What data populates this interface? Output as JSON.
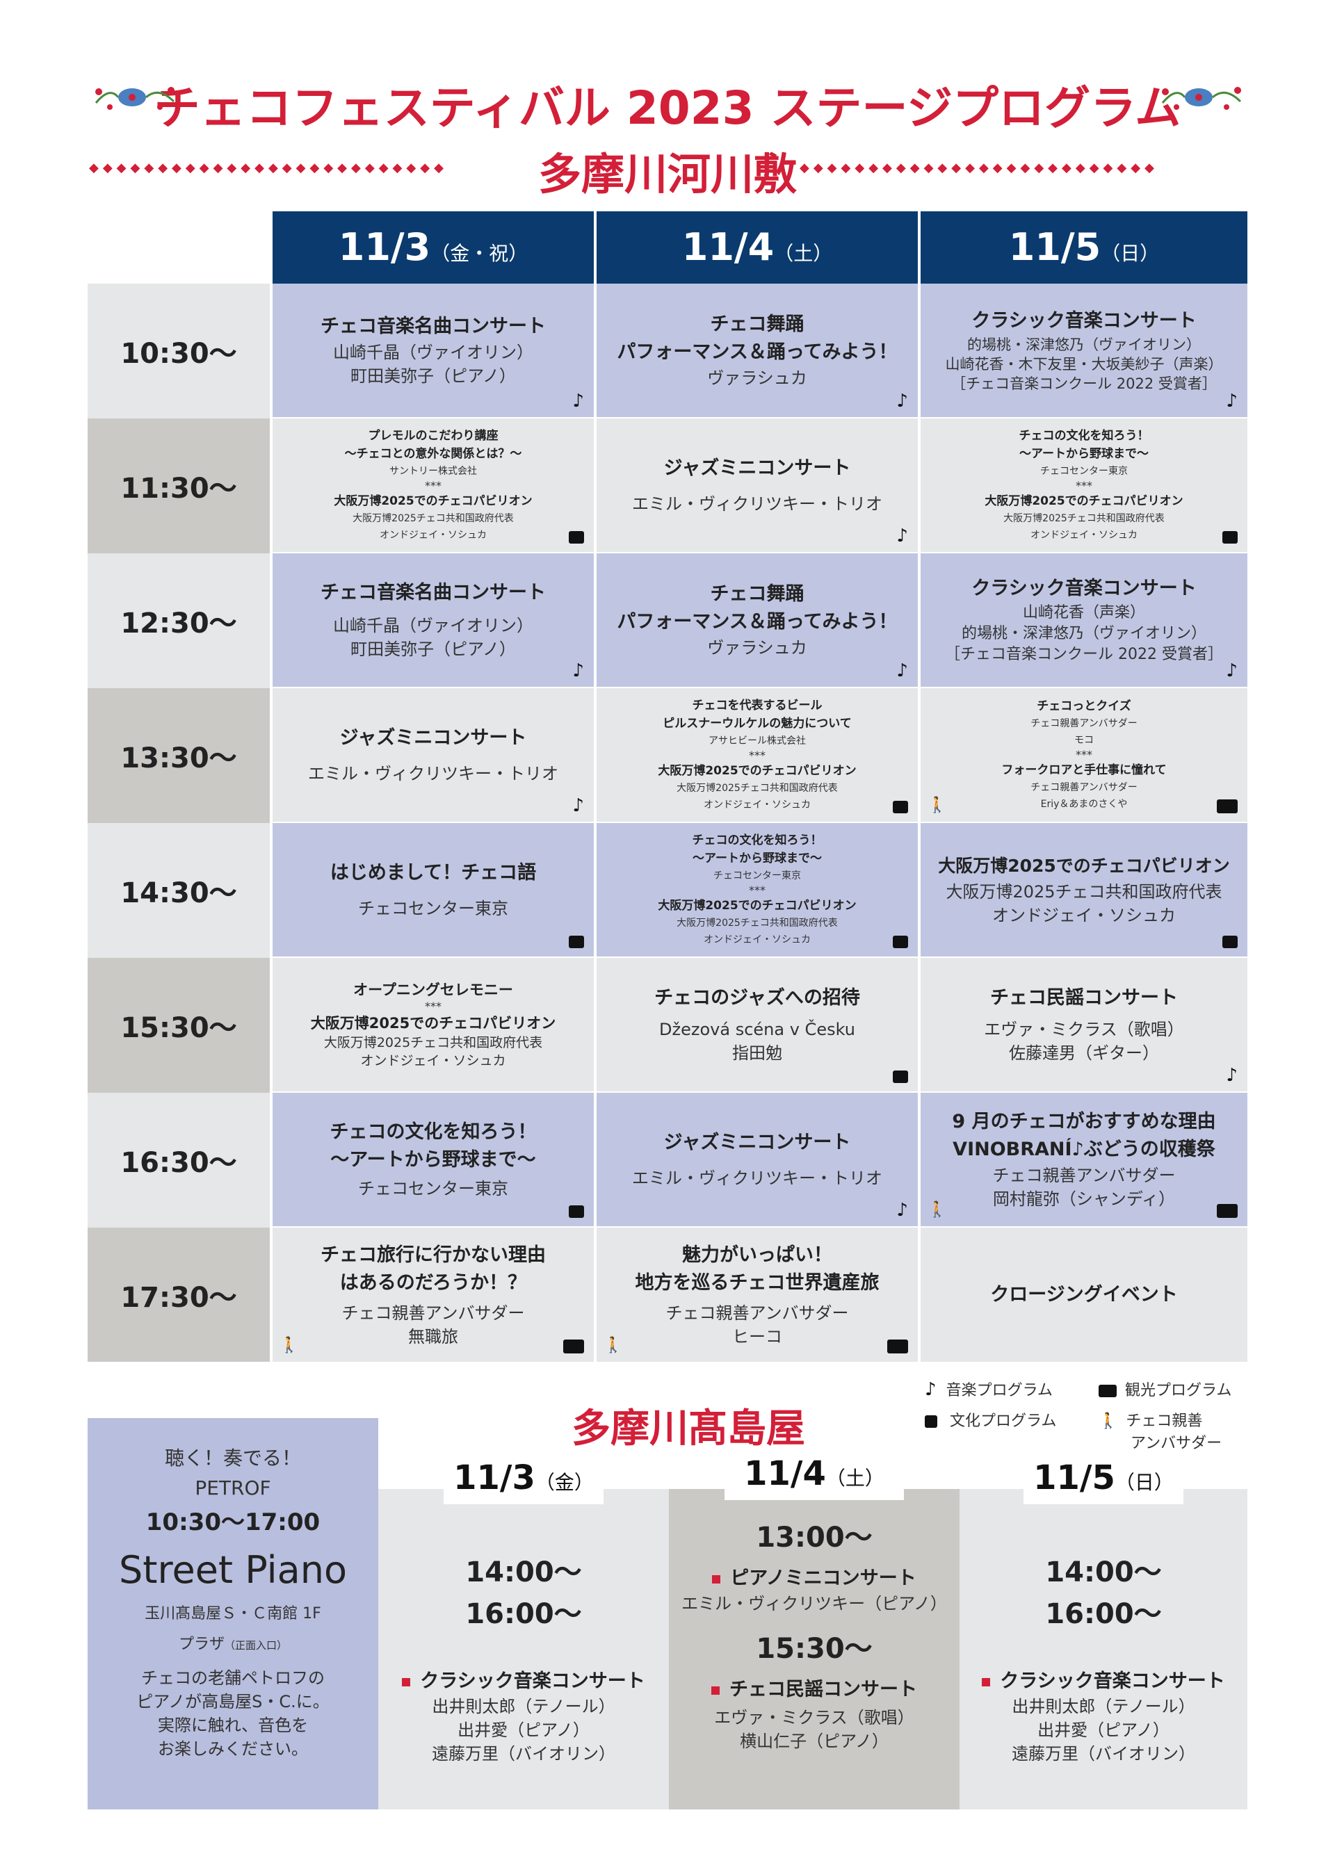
{
  "header": {
    "title": "チェコフェスティバル 2023 ステージプログラム",
    "venue1": "多摩川河川敷"
  },
  "days": [
    {
      "date": "11/3",
      "weekday": "（金・祝）"
    },
    {
      "date": "11/4",
      "weekday": "（土）"
    },
    {
      "date": "11/5",
      "weekday": "（日）"
    }
  ],
  "times": [
    "10:30〜",
    "11:30〜",
    "12:30〜",
    "13:30〜",
    "14:30〜",
    "15:30〜",
    "16:30〜",
    "17:30〜"
  ],
  "cells": {
    "r0c0": {
      "title": "チェコ音楽名曲コンサート",
      "p1": "山崎千晶（ヴァイオリン）",
      "p2": "町田美弥子（ピアノ）"
    },
    "r0c1": {
      "title": "チェコ舞踊",
      "title2": "パフォーマンス＆踊ってみよう！",
      "p1": "ヴァラシュカ"
    },
    "r0c2": {
      "title": "クラシック音楽コンサート",
      "p1": "的場桃・深津悠乃（ヴァイオリン）",
      "p2": "山崎花香・木下友里・大坂美紗子（声楽）",
      "p3": "［チェコ音楽コンクール 2022 受賞者］"
    },
    "r1c0": {
      "l1": "プレモルのこだわり講座",
      "l2": "〜チェコとの意外な関係とは？〜",
      "l3": "サントリー株式会社",
      "stars": "***",
      "l4": "大阪万博2025でのチェコパビリオン",
      "l5": "大阪万博2025チェコ共和国政府代表",
      "l6": "オンドジェイ・ソシュカ"
    },
    "r1c1": {
      "title": "ジャズミニコンサート",
      "p1": "エミル・ヴィクリツキー・トリオ"
    },
    "r1c2": {
      "l1": "チェコの文化を知ろう！",
      "l2": "〜アートから野球まで〜",
      "l3": "チェコセンター東京",
      "stars": "***",
      "l4": "大阪万博2025でのチェコパビリオン",
      "l5": "大阪万博2025チェコ共和国政府代表",
      "l6": "オンドジェイ・ソシュカ"
    },
    "r2c0": {
      "title": "チェコ音楽名曲コンサート",
      "p1": "山崎千晶（ヴァイオリン）",
      "p2": "町田美弥子（ピアノ）"
    },
    "r2c1": {
      "title": "チェコ舞踊",
      "title2": "パフォーマンス＆踊ってみよう！",
      "p1": "ヴァラシュカ"
    },
    "r2c2": {
      "title": "クラシック音楽コンサート",
      "p1": "山崎花香（声楽）",
      "p2": "的場桃・深津悠乃（ヴァイオリン）",
      "p3": "［チェコ音楽コンクール 2022 受賞者］"
    },
    "r3c0": {
      "title": "ジャズミニコンサート",
      "p1": "エミル・ヴィクリツキー・トリオ"
    },
    "r3c1": {
      "l1": "チェコを代表するビール",
      "l2": "ピルスナーウルケルの魅力について",
      "l3": "アサヒビール株式会社",
      "stars": "***",
      "l4": "大阪万博2025でのチェコパビリオン",
      "l5": "大阪万博2025チェコ共和国政府代表",
      "l6": "オンドジェイ・ソシュカ"
    },
    "r3c2": {
      "l1": "チェコっとクイズ",
      "l2": "チェコ親善アンバサダー",
      "l3": "モコ",
      "stars": "***",
      "l4": "フォークロアと手仕事に憧れて",
      "l5": "チェコ親善アンバサダー",
      "l6": "Eriy＆あまのさくや"
    },
    "r4c0": {
      "title": "はじめまして！チェコ語",
      "p1": "チェコセンター東京"
    },
    "r4c1": {
      "l1": "チェコの文化を知ろう！",
      "l2": "〜アートから野球まで〜",
      "l3": "チェコセンター東京",
      "stars": "***",
      "l4": "大阪万博2025でのチェコパビリオン",
      "l5": "大阪万博2025チェコ共和国政府代表",
      "l6": "オンドジェイ・ソシュカ"
    },
    "r4c2": {
      "title": "大阪万博2025でのチェコパビリオン",
      "p1": "大阪万博2025チェコ共和国政府代表",
      "p2": "オンドジェイ・ソシュカ"
    },
    "r5c0": {
      "title": "オープニングセレモニー",
      "stars": "***",
      "title2": "大阪万博2025でのチェコパビリオン",
      "p1": "大阪万博2025チェコ共和国政府代表",
      "p2": "オンドジェイ・ソシュカ"
    },
    "r5c1": {
      "title": "チェコのジャズへの招待",
      "p1": "Džezová scéna v Česku",
      "p2": "指田勉"
    },
    "r5c2": {
      "title": "チェコ民謡コンサート",
      "p1": "エヴァ・ミクラス（歌唱）",
      "p2": "佐藤達男（ギター）"
    },
    "r6c0": {
      "title": "チェコの文化を知ろう！",
      "title2": "〜アートから野球まで〜",
      "p1": "チェコセンター東京"
    },
    "r6c1": {
      "title": "ジャズミニコンサート",
      "p1": "エミル・ヴィクリツキー・トリオ"
    },
    "r6c2": {
      "title": "9 月のチェコがおすすめな理由",
      "title2": "VINOBRANÍ♪ぶどうの収穫祭",
      "p1": "チェコ親善アンバサダー",
      "p2": "岡村龍弥（シャンディ）"
    },
    "r7c0": {
      "title": "チェコ旅行に行かない理由",
      "title2": "はあるのだろうか！？",
      "p1": "チェコ親善アンバサダー",
      "p2": "無職旅"
    },
    "r7c1": {
      "title": "魅力がいっぱい！",
      "title2": "地方を巡るチェコ世界遺産旅",
      "p1": "チェコ親善アンバサダー",
      "p2": "ヒーコ"
    },
    "r7c2": {
      "title": "クロージングイベント"
    }
  },
  "legend": {
    "music": "音楽プログラム",
    "tourism": "観光プログラム",
    "culture": "文化プログラム",
    "ambassador1": "チェコ親善",
    "ambassador2": "アンバサダー"
  },
  "takashimaya": {
    "title": "多摩川髙島屋",
    "piano": {
      "l1": "聴く！奏でる！",
      "l2": "PETROF",
      "time": "10:30〜17:00",
      "name": "Street Piano",
      "loc1": "玉川髙島屋Ｓ・Ｃ南館 1F",
      "loc2": "プラザ",
      "loc3": "（正面入口）",
      "d1": "チェコの老舗ペトロフの",
      "d2": "ピアノが高島屋S・C.に。",
      "d3": "実際に触れ、音色を",
      "d4": "お楽しみください。"
    },
    "days": [
      {
        "date": "11/3",
        "weekday": "（金）",
        "t1": "14:00〜",
        "t2": "16:00〜",
        "prog": "クラシック音楽コンサート",
        "p1": "出井則太郎（テノール）",
        "p2": "出井愛（ピアノ）",
        "p3": "遠藤万里（バイオリン）"
      },
      {
        "date": "11/4",
        "weekday": "（土）",
        "t1": "13:00〜",
        "prog1": "ピアノミニコンサート",
        "p1": "エミル・ヴィクリツキー（ピアノ）",
        "t2": "15:30〜",
        "prog2": "チェコ民謡コンサート",
        "p2": "エヴァ・ミクラス（歌唱）",
        "p3": "横山仁子（ピアノ）"
      },
      {
        "date": "11/5",
        "weekday": "（日）",
        "t1": "14:00〜",
        "t2": "16:00〜",
        "prog": "クラシック音楽コンサート",
        "p1": "出井則太郎（テノール）",
        "p2": "出井愛（ピアノ）",
        "p3": "遠藤万里（バイオリン）"
      }
    ]
  },
  "colors": {
    "red": "#d31f38",
    "navy": "#0b3b6e",
    "lavender": "#c0c6e2",
    "lightgray": "#e5e7e8",
    "gray": "#cbc9c6"
  }
}
